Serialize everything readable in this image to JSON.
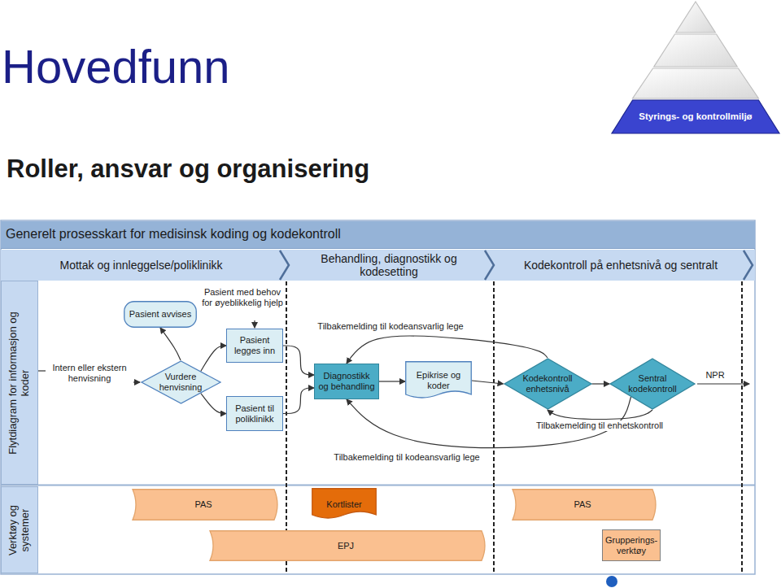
{
  "diagram": {
    "title": "Hovedfunn",
    "nodes": [
      {
        "text": [
          "Styrings- og kontrollmiljø"
        ]
      },
      {
        "text": [
          "Generelt prosesskart for medisinsk koding og kodekontroll"
        ]
      },
      {
        "text": [
          "Mottak og innleggelse/poliklinikk"
        ]
      },
      {
        "text": [
          "Behandling, diagnostikk og kodesetting"
        ]
      },
      {
        "text": [
          "Kodekontroll på enhetsnivå og sentralt"
        ]
      },
      {
        "text": [
          "Flytdiagram for informasjon og koder"
        ]
      },
      {
        "text": [
          "Pasient avvises"
        ]
      },
      {
        "text": [
          "Pasient legges inn"
        ]
      },
      {
        "text": [
          "Vurdere henvisning"
        ]
      },
      {
        "text": [
          "Pasient til poliklinikk"
        ]
      },
      {
        "text": [
          "Diagnostikk og behandling"
        ]
      },
      {
        "text": [
          "Epikrise og koder"
        ]
      },
      {
        "text": [
          "Kodekontroll enhetsnivå"
        ]
      },
      {
        "text": [
          "Sentral kodekontroll"
        ]
      },
      {
        "text": [
          "Verktøy og systemer"
        ]
      },
      {
        "text": [
          "PAS"
        ]
      },
      {
        "text": [
          "Kortlister"
        ]
      },
      {
        "text": [
          "PAS"
        ]
      },
      {
        "text": [
          "EPJ"
        ]
      },
      {
        "text": [
          "Grupperings-verktøy"
        ]
      }
    ],
    "edges": [
      {
        "from": 8,
        "to": 6,
        "arrow": "to"
      },
      {
        "from": 8,
        "to": 7,
        "arrow": "to"
      },
      {
        "from": 8,
        "to": 9,
        "arrow": "to"
      },
      {
        "from": 7,
        "to": 10,
        "arrow": "to"
      },
      {
        "from": 9,
        "to": 10,
        "arrow": "to"
      },
      {
        "from": 10,
        "to": 11,
        "arrow": "to"
      },
      {
        "from": 11,
        "to": 12,
        "arrow": "to"
      },
      {
        "from": 12,
        "to": 13,
        "arrow": "to"
      },
      {
        "from": 12,
        "to": 10,
        "label": "Tilbakemelding til kodeansvarlig lege",
        "arrow": "to"
      },
      {
        "from": 13,
        "to": 12,
        "label": "Tilbakemelding til enhetskontroll",
        "arrow": "to"
      },
      {
        "from": 13,
        "to": 10,
        "label": "Tilbakemelding til kodeansvarlig lege",
        "arrow": "to"
      }
    ],
    "labels": [
      "Roller, ansvar og organisering",
      "Pasient med behov for øyeblikkelig hjelp",
      "Intern eller ekstern henvisning",
      "NPR"
    ]
  }
}
